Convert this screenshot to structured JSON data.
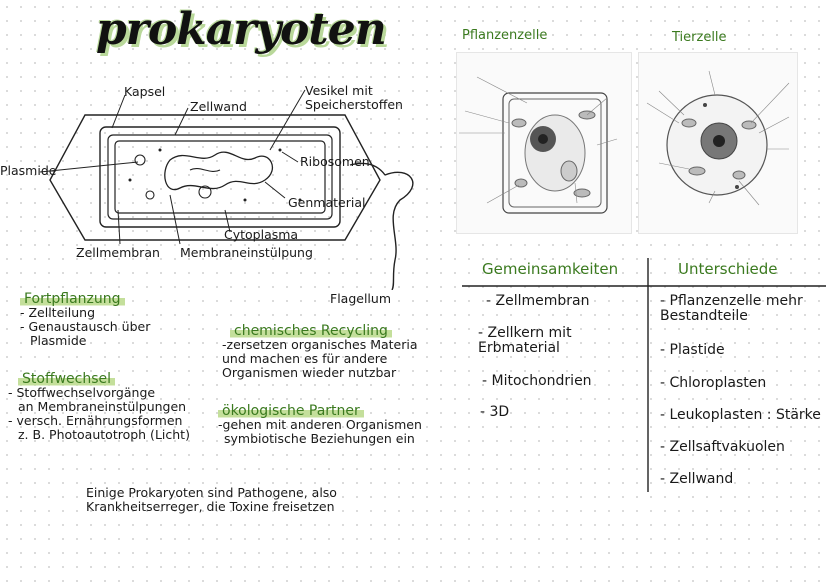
{
  "title": "prokaryoten",
  "diagram": {
    "labels": {
      "kapsel": "Kapsel",
      "zellwand": "Zellwand",
      "vesikel": "Vesikel mit Speicherstoffen",
      "plasmide": "Plasmide",
      "ribosomen": "Ribosomen",
      "genmaterial": "Genmaterial",
      "cytoplasma": "Cytoplasma",
      "zellmembran": "Zellmembran",
      "membraneinstuelpung": "Membraneinstülpung",
      "flagellum": "Flagellum"
    }
  },
  "notes": {
    "fortpflanzung": {
      "heading": "Fortpflanzung",
      "lines": [
        "- Zellteilung",
        "- Genaustausch über",
        "  Plasmide"
      ]
    },
    "stoffwechsel": {
      "heading": "Stoffwechsel",
      "lines": [
        "- Stoffwechselvorgänge",
        "  an Membraneinstülpungen",
        "- versch. Ernährungsformen",
        "  z. B. Photoautotroph (Licht)"
      ]
    },
    "recycling": {
      "heading": "chemisches Recycling",
      "lines": [
        "-zersetzen organisches Materia",
        "und machen es für andere",
        "Organismen wieder nutzbar"
      ]
    },
    "partner": {
      "heading": "ökologische Partner",
      "lines": [
        "-gehen mit anderen Organismen",
        "symbiotische Beziehungen ein"
      ]
    },
    "pathogen": {
      "lines": [
        "Einige Prokaryoten sind Pathogene, also",
        "Krankheitserreger, die Toxine freisetzen"
      ]
    }
  },
  "cells": {
    "plant_title": "Pflanzenzelle",
    "animal_title": "Tierzelle"
  },
  "comparison": {
    "left_header": "Gemeinsamkeiten",
    "right_header": "Unterschiede",
    "left_items": [
      "- Zellmembran",
      "- Zellkern mit\nErbmaterial",
      "- Mitochondrien",
      "- 3D"
    ],
    "right_items": [
      "- Pflanzenzelle mehr\nBestandteile",
      "- Plastide",
      "- Chloroplasten",
      "- Leukoplasten : Stärke",
      "- Zellsaftvakuolen",
      "- Zellwand"
    ]
  }
}
